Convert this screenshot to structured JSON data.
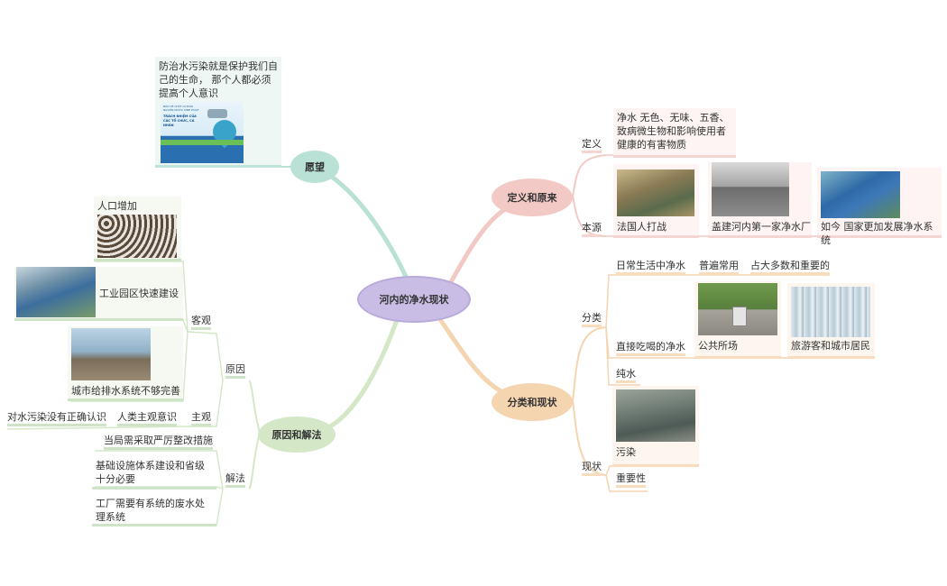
{
  "central": "河内的净水现状",
  "colors": {
    "central": "#c9bde5",
    "pink": "#f2c9c5",
    "orange": "#f5d4b0",
    "green": "#d4e8c7",
    "teal": "#b9e1d6"
  },
  "wish": {
    "label": "愿望",
    "text": "防治水污染就是保护我们自己的生命， 那个人都必须提高个人意识",
    "poster": {
      "heading": "BẢO VỆ CHẤT LƯỢNG NGUỒN NƯỚC SINH HOẠT",
      "title": "TRÁCH NHIỆM CỦA CÁC TỔ CHỨC, CÁ NHÂN"
    }
  },
  "definition": {
    "label": "定义和原来",
    "def_label": "定义",
    "def_text": "净水 无色、无味、五香、致病微生物和影响使用者健康的有害物质",
    "origin_label": "本源",
    "origins": [
      "法国人打战",
      "盖建河内第一家净水厂",
      "如今 国家更加发展净水系统"
    ]
  },
  "classification": {
    "label": "分类和现状",
    "class_label": "分类",
    "daily": "日常生活中净水",
    "common": "普遍常用",
    "majority": "占大多数和重要的",
    "drinking": "直接吃喝的净水",
    "public": "公共所场",
    "tourist": "旅游客和城市居民",
    "pure": "纯水",
    "status_label": "现状",
    "pollution": "污染",
    "importance": "重要性"
  },
  "causes": {
    "label": "原因和解法",
    "cause_label": "原因",
    "objective_label": "客观",
    "objective": [
      "人口增加",
      "工业园区快速建设",
      "城市给排水系统不够完善"
    ],
    "subjective_label": "主观",
    "subjective": "人类主观意识",
    "subjective_detail": "对水污染没有正确认识",
    "solution_label": "解法",
    "solutions": [
      "当局需采取严厉整改措施",
      "基础设施体系建设和省级十分必要",
      "工厂需要有系统的废水处理系统"
    ]
  }
}
